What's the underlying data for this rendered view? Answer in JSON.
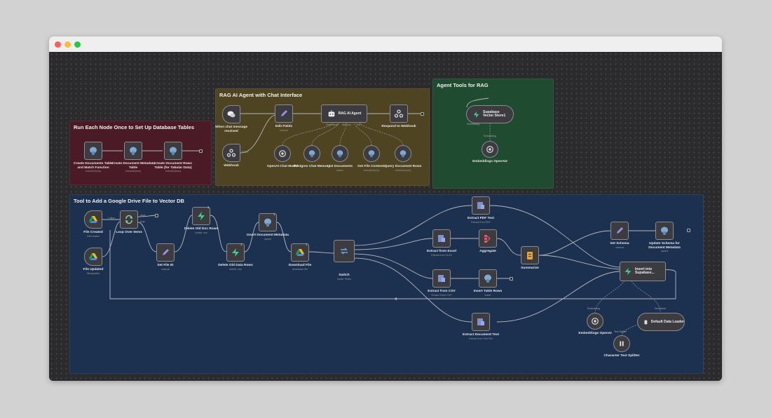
{
  "window": {
    "controls": {
      "close_color": "#fe5f57",
      "minimize_color": "#febc2e",
      "maximize_color": "#28c840"
    }
  },
  "groups": {
    "setup": {
      "title": "Run Each Node Once to Set Up Database Tables",
      "color": "#4a1a27"
    },
    "rag": {
      "title": "RAG AI Agent with Chat Interface",
      "color": "#4f4421"
    },
    "tools": {
      "title": "Agent Tools for RAG",
      "color": "#1f4b30"
    },
    "drive": {
      "title": "Tool to Add a Google Drive File to Vector DB",
      "color": "#1c3150"
    }
  },
  "nodes": {
    "create_docs_table": {
      "label": "Create Documents Table and Match Function",
      "sub": "executeQuery",
      "icon": "postgres-icon"
    },
    "create_doc_metadata": {
      "label": "Create Document Metadata Table",
      "sub": "executeQuery",
      "icon": "postgres-icon"
    },
    "create_doc_rows": {
      "label": "Create Document Rows Table (for Tabular Data)",
      "sub": "executeQuery",
      "icon": "postgres-icon"
    },
    "chat_trigger": {
      "label": "When chat message received",
      "icon": "chat-icon"
    },
    "webhook": {
      "label": "Webhook",
      "icon": "webhook-icon",
      "port": "POST"
    },
    "edit_fields": {
      "label": "Edit Fields",
      "sub": "manual",
      "icon": "pencil-icon"
    },
    "rag_agent": {
      "label": "RAG AI Agent",
      "icon": "robot-icon"
    },
    "respond_webhook": {
      "label": "Respond to Webhook",
      "icon": "webhook-icon"
    },
    "openai_chat": {
      "label": "OpenAI Chat Model",
      "icon": "openai-icon"
    },
    "pg_memory": {
      "label": "Postgres Chat Memory",
      "icon": "postgres-icon"
    },
    "list_docs": {
      "label": "List Documents",
      "sub": "select",
      "icon": "postgres-icon"
    },
    "get_file": {
      "label": "Get File Contents",
      "sub": "executeQuery",
      "icon": "postgres-icon"
    },
    "query_rows": {
      "label": "Query Document Rows",
      "sub": "executeQuery",
      "icon": "postgres-icon"
    },
    "supabase_store": {
      "label": "Supabase Vector Store1",
      "icon": "supabase-icon"
    },
    "embeddings_top": {
      "label": "Embeddings OpenAI2",
      "icon": "openai-icon"
    },
    "file_created": {
      "label": "File Created",
      "sub": "fileCreated",
      "icon": "google-drive-icon"
    },
    "file_updated": {
      "label": "File Updated",
      "sub": "fileUpdated",
      "icon": "google-drive-icon"
    },
    "loop": {
      "label": "Loop Over Items",
      "icon": "loop-icon"
    },
    "set_file_id": {
      "label": "Set File ID",
      "sub": "manual",
      "icon": "pencil-icon"
    },
    "delete_old_doc_rows": {
      "label": "Delete Old Doc Rows",
      "sub": "create: row",
      "icon": "supabase-icon"
    },
    "delete_old_data_rows": {
      "label": "Delete Old Data Rows",
      "sub": "delete: row",
      "icon": "supabase-icon"
    },
    "insert_metadata": {
      "label": "Insert Document Metadata",
      "sub": "upsert",
      "icon": "postgres-icon"
    },
    "download_file": {
      "label": "Download File",
      "sub": "download: file",
      "icon": "google-drive-icon"
    },
    "switch": {
      "label": "Switch",
      "sub": "mode: Rules",
      "icon": "switch-icon"
    },
    "extract_pdf": {
      "label": "Extract PDF Text",
      "sub": "Extract from PDF",
      "icon": "extract-icon"
    },
    "extract_excel": {
      "label": "Extract from Excel",
      "sub": "Extract from XLSX",
      "icon": "extract-icon"
    },
    "aggregate": {
      "label": "Aggregate",
      "icon": "aggregate-icon"
    },
    "extract_csv": {
      "label": "Extract from CSV",
      "sub": "Extract From CSV",
      "icon": "extract-icon"
    },
    "insert_table_rows": {
      "label": "Insert Table Rows",
      "sub": "insert",
      "icon": "postgres-icon"
    },
    "summarize": {
      "label": "Summarize",
      "icon": "summarize-icon"
    },
    "set_schema": {
      "label": "Set Schema",
      "sub": "manual",
      "icon": "pencil-icon"
    },
    "update_schema": {
      "label": "Update Schema for Document Metadata",
      "sub": "upsert",
      "icon": "postgres-icon"
    },
    "insert_supabase": {
      "label": "Insert into Supabase...",
      "icon": "supabase-icon"
    },
    "extract_doc_text": {
      "label": "Extract Document Text",
      "sub": "Extract from Text File",
      "icon": "extract-icon"
    },
    "embeddings_bottom": {
      "label": "Embeddings OpenAI",
      "icon": "openai-icon"
    },
    "data_loader": {
      "label": "Default Data Loader",
      "icon": "document-icon"
    },
    "text_splitter": {
      "label": "Character Text Splitter",
      "icon": "splitter-icon"
    }
  },
  "ports": {
    "chat_model": "Chat Model",
    "memory": "Memory",
    "tool": "Tool",
    "embedding": "Embedding",
    "document": "Document",
    "text_splitter": "Text Splitter",
    "done": "done",
    "loop": "loop",
    "items": "1 item",
    "vector_store": "Vector Store",
    "ai_tool": "Tool"
  },
  "badges": {
    "one": "1"
  }
}
